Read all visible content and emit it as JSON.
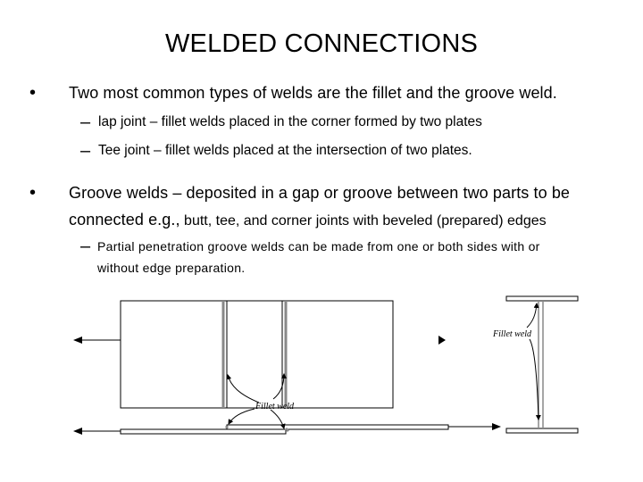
{
  "slide": {
    "title": "WELDED CONNECTIONS",
    "bullets": [
      {
        "text": "Two most common types of welds are the fillet and the groove weld.",
        "subitems": [
          {
            "text": "lap joint – fillet welds placed in the corner formed by two plates"
          },
          {
            "text": "Tee joint – fillet welds placed at the intersection of two plates."
          }
        ]
      },
      {
        "text_line1": "Groove welds – deposited in a gap or groove between two parts to be",
        "text_line2_main": "connected e.g.,",
        "text_line2_small": " butt, tee, and corner joints with beveled (prepared) edges",
        "subitems": [
          {
            "text_line1": "Partial penetration groove welds can be made from one or both sides with or",
            "text_line2": "without edge preparation."
          }
        ]
      }
    ],
    "figures": {
      "lap_joint_label": "Fillet weld",
      "tee_joint_label": "Fillet weld"
    }
  }
}
